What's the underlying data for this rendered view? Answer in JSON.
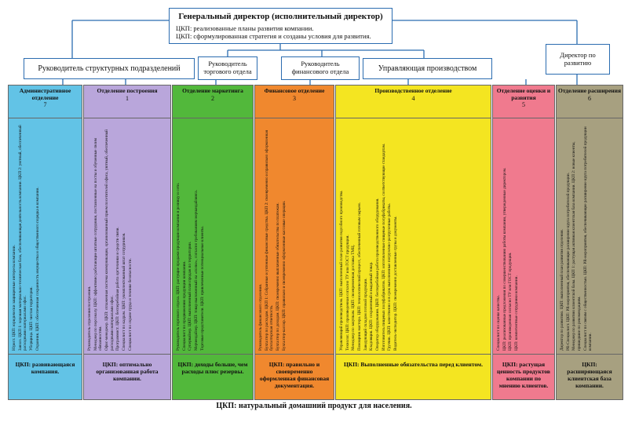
{
  "ceo": {
    "title": "Генеральный директор (исполнительный директор)",
    "line1": "ЦКП: реализованные планы развития компании.",
    "line2": "ЦКП: сформулированная стратегия и созданы условия для развития."
  },
  "managers": {
    "structural": "Руководитель структурных подразделений",
    "trade": "Руководитель торгового отдела",
    "finance": "Руководитель финансового отдела",
    "production": "Управляющая производством",
    "development": "Директор по развитию"
  },
  "columns": [
    {
      "title": "Административное отделение",
      "num": "7",
      "color": "#62c3e6",
      "items": [
        "Юрист. ЦКП: юридически защищенные интересы компании.",
        "Завхоз. ЦКП 1: хорошая материально-техническая база, обеспечивающая деятельность компании. ЦКП 2: уютный, обеспеченный расходными материалами офис.",
        "Уборщица. ЦКП: чистая территория.",
        "Охранник. ЦКП: обеспеченная сохранность имущества и общественного порядка в компании."
      ],
      "ckp": "ЦКП: развивающаяся компания."
    },
    {
      "title": "Отделение построения",
      "num": "1",
      "color": "#b9a6db",
      "items": [
        "Руководитель отделения построения.",
        "Менеджер по персоналу. ЦКП: эффективно работающие штатные сотрудники, поставленные на посты и обученные своим обязанностям.",
        "Офис-менеджер. ЦКП: отлаженная система коммуникации, организованный прием посетителей офиса, уютный, обеспеченный расходными материалами офис.",
        "Программист. ЦКП: бесперебойная работа оргтехники и средств связи.",
        "Специалист по кадрам. ЦКП: укомплектованный штат сотрудников.",
        "Специалист по охране труда и технике безопасности."
      ],
      "ckp": "ЦКП: оптимально организованная работа компании."
    },
    {
      "title": "Отделение маркетинга",
      "num": "2",
      "color": "#52b83b",
      "items": [
        "Руководитель торгового отдела. ЦКП: растущие продажи продукции компании в розницу и сети.",
        "Специалист по продвижению продукции компании.",
        "Супервайзер. ЦКП: выполненный план продаж по территории.",
        "Мерчендайзер. ЦКП: товар выложенный на «полке», согласно требованиям мерчандайзинга.",
        "Торговые представители. ЦКП: привлеченные потенциальные клиенты."
      ],
      "ckp": "ЦКП: доходы больше, чем расходы плюс резервы."
    },
    {
      "title": "Финансовое отделение",
      "num": "3",
      "color": "#f0882e",
      "items": [
        "Руководитель финансового отделения.",
        "Бухгалтер по расходам. ЦКП 1: Собранные и учтенные финансовые средства. ЦКП 2: своевременно и правильно оформленная бухгалтерская отчетность.",
        "Бухгалтер по доходам. ЦКП: своевременно выплаченные обязательства по платежам.",
        "Бухгалтер-кассир. ЦКП: правильно и своевременно оформленные кассовые операции."
      ],
      "ckp": "ЦКП: правильно и своевременно оформленная финансовая документация."
    },
    {
      "title": "Производственное отделение",
      "num": "4",
      "color": "#f4e521",
      "items": [
        "Управляющий производством. ЦКП: выполненный план развития подсобного производства.",
        "Технолог. ЦКП: произведенная согласно ТУ или ГОСТ продукция.",
        "Менеджер по закупкам. ЦКП: своевременная доставка ТМЦ.",
        "Помощник мастера. ЦКП: технологический процесс, обеспеченный готовым сырьем.",
        "Заведующий складом готовой продукции.",
        "Кладовщик. ЦКП: сохраненный и выданный товар.",
        "Оператор оборудования. ЦКП: бесперебойная работа производственного оборудования.",
        "Изготовитель пищевых полуфабрикатов. ЦКП: изготовленные пищевые полуфабрикаты, соответствующие стандартам.",
        "Грузчик. ЦКП: качественно и в срок выполненные погрузочно-разгрузочные работы.",
        "Водитель-экспедитор. ЦКП: своевременно доставленные грузы и документы."
      ],
      "ckp": "ЦКП: Выполненные обязательства перед клиентом."
    },
    {
      "title": "Отделение оценки и развития",
      "num": "5",
      "color": "#f07a8e",
      "items": [
        "Специалист по оценке качества.",
        "ЦКП: реализованные предложения по совершенствованию работы компании, утвержденные директором.",
        "ЦКП: произведенная согласно ТУ или ГОСТ продукция.",
        "ЦКП: компетентные сотрудники компании."
      ],
      "ckp": "ЦКП: растущая ценность продуктов компании по мнению клиентов."
    },
    {
      "title": "Отделение расширения",
      "num": "6",
      "color": "#a7a080",
      "items": [
        "Директор по развитию. ЦКП: выполненный план развития отделения.",
        "PR-Специалист. ЦКП: PR-мероприятия, обеспечивающие расширение круга потребителей продукции.",
        "Менеджер по развитию клиентской базы. ЦКП 1: растущая активная клиентская база компании. ЦКП 2: новые клиенты, пришедшие по рекомендациям.",
        "Специалист по связям с общественностью. ЦКП: PR-мероприятия, обеспечивающие расширение круга потребителей продукции компании."
      ],
      "ckp": "ЦКП: расширяющаяся клиентская база компании."
    }
  ],
  "bottom": "ЦКП: натуральный домашний продукт для населения.",
  "colors": {
    "line": "#2b6cb0"
  }
}
